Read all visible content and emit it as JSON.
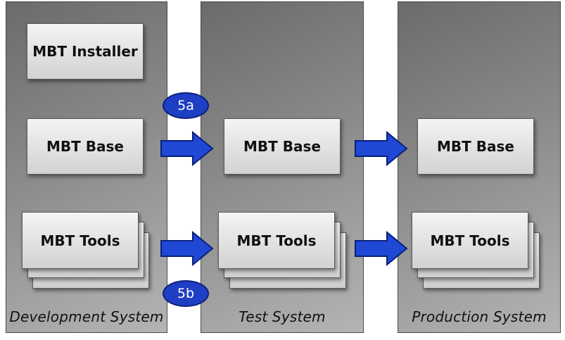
{
  "systems": {
    "development": {
      "label": "Development  System"
    },
    "test": {
      "label": "Test System"
    },
    "production": {
      "label": "Production System"
    }
  },
  "components": {
    "installer": "MBT Installer",
    "base": "MBT Base",
    "tools": "MBT Tools"
  },
  "steps": {
    "a": "5a",
    "b": "5b"
  },
  "colors": {
    "arrow_fill": "#1f49d4",
    "arrow_stroke": "#0a1f7a",
    "badge_fill": "#1e3fc4"
  }
}
